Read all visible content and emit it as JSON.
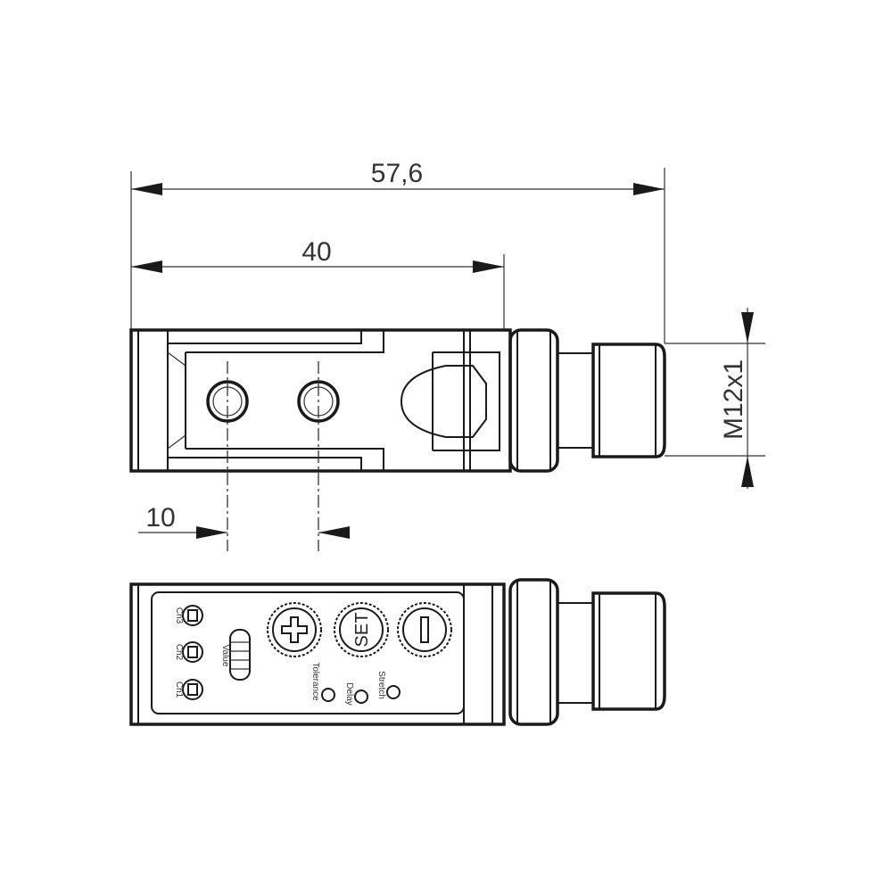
{
  "dimensions": {
    "overall_length": "57,6",
    "body_length": "40",
    "hole_spacing": "10",
    "thread": "M12x1"
  },
  "panel": {
    "channels": [
      "Ch3",
      "Ch2",
      "Ch1"
    ],
    "slider_label": "Value",
    "buttons": [
      "+",
      "SET",
      "−"
    ],
    "indicators": [
      "Tolerance",
      "Delay",
      "Stretch"
    ]
  }
}
